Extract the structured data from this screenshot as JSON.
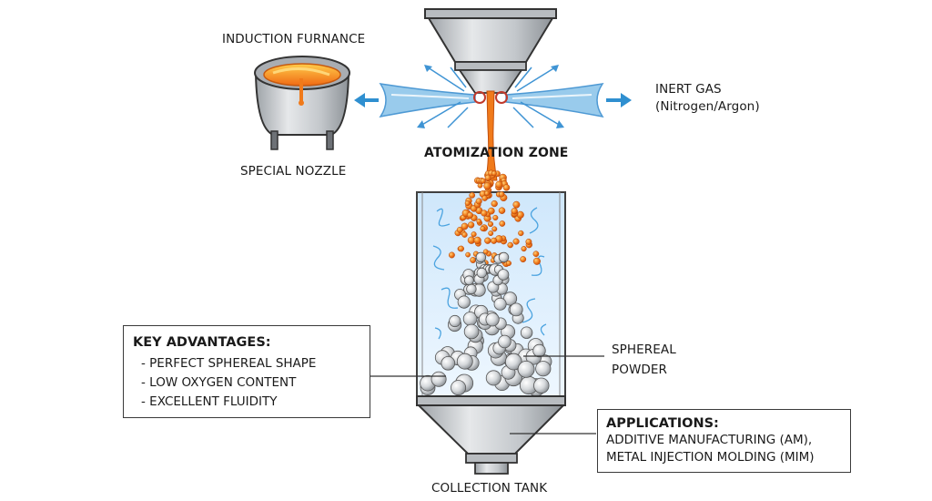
{
  "labels": {
    "induction_furnance": "INDUCTION FURNANCE",
    "special_nozzle": "SPECIAL NOZZLE",
    "inert_gas_line1": "INERT GAS",
    "inert_gas_line2": "(Nitrogen/Argon)",
    "atomization_zone": "ATOMIZATION ZONE",
    "sphereal_powder_line1": "SPHEREAL",
    "sphereal_powder_line2": "POWDER",
    "collection_tank": "COLLECTION TANK"
  },
  "key_advantages": {
    "title": "KEY ADVANTAGES:",
    "items": [
      "- PERFECT SPHEREAL SHAPE",
      "- LOW OXYGEN CONTENT",
      "- EXCELLENT FLUIDITY"
    ]
  },
  "applications": {
    "title": "APPLICATIONS:",
    "items": [
      "ADDITIVE MANUFACTURING (AM),",
      "METAL INJECTION MOLDING (MIM)"
    ]
  },
  "colors": {
    "molten_metal": "#f07a1a",
    "gas_jet": "#8fc6ea",
    "arrow_blue": "#2f8fd0",
    "steel": "#c9ccd0",
    "water": "#dcefff"
  }
}
